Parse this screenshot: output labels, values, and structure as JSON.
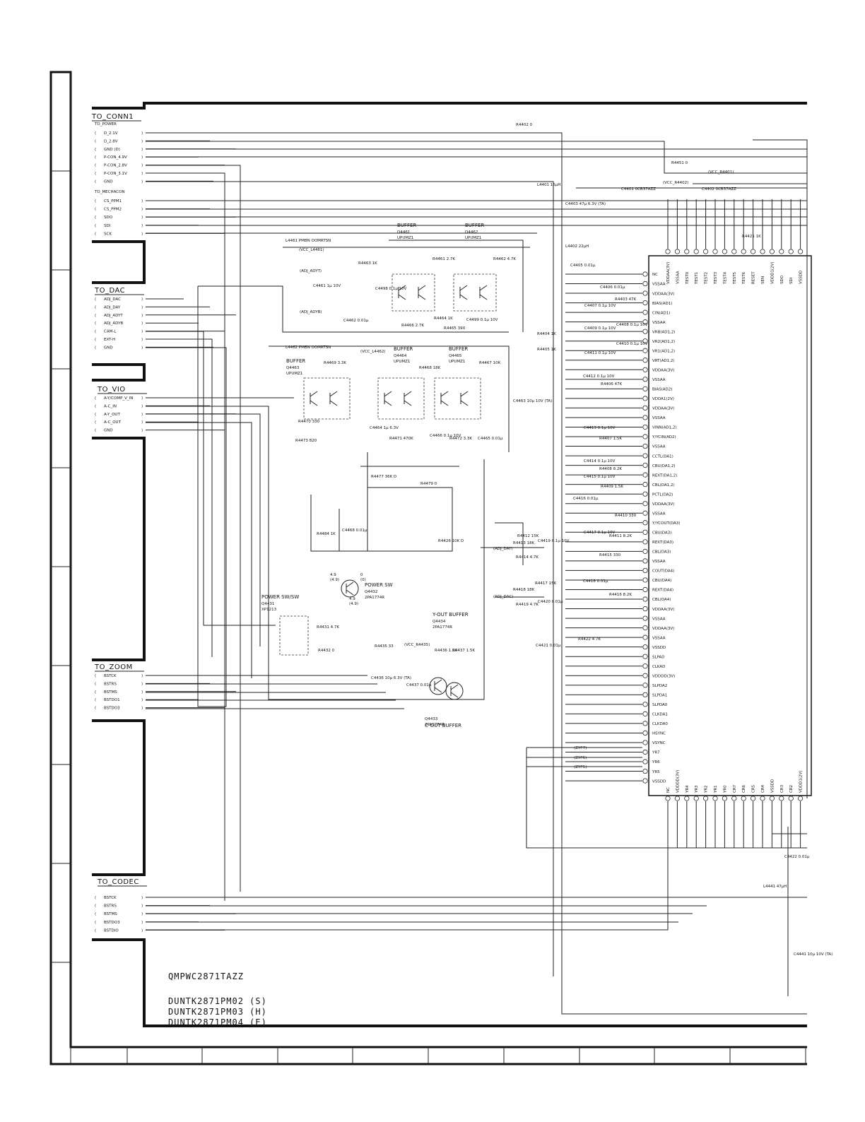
{
  "connectors": [
    {
      "title": "TO_CONN1",
      "groups": [
        {
          "sub": "TO_POWER",
          "pins": [
            "D_2.1V",
            "D_2.8V",
            "GND (D)",
            "P-CON_4.9V",
            "P-CON_2.8V",
            "P-CON_3.1V",
            "GND"
          ]
        },
        {
          "sub": "TO_MECHACON",
          "pins": [
            "CS_PPM1",
            "CS_PPM2",
            "SDO",
            "SDI",
            "SCK"
          ]
        }
      ]
    },
    {
      "title": "TO_DAC",
      "groups": [
        {
          "sub": "",
          "pins": [
            "ADJ_DAC",
            "ADJ_DAY",
            "ADJ_ADYT",
            "ADJ_ADYB",
            "CAM-L",
            "EXT-H",
            "GND"
          ]
        }
      ]
    },
    {
      "title": "TO_VIO",
      "groups": [
        {
          "sub": "",
          "pins": [
            "A-Y/COMP_V_IN",
            "A-C_IN",
            "A-Y_OUT",
            "A-C_OUT",
            "GND"
          ]
        }
      ]
    },
    {
      "title": "TO_ZOOM",
      "groups": [
        {
          "sub": "",
          "pins": [
            "BSTCK",
            "BSTRS",
            "BSTMS",
            "BSTDO1",
            "BSTDO3"
          ]
        }
      ]
    },
    {
      "title": "TO_CODEC",
      "groups": [
        {
          "sub": "",
          "pins": [
            "BSTCK",
            "BSTRS",
            "BSTMS",
            "BSTDO3",
            "BSTDIO"
          ]
        }
      ]
    }
  ],
  "ic_left_pins": [
    "NC",
    "VSSAA",
    "VDDAA(3V)",
    "BIAS(AD1)",
    "CIN(AD1)",
    "VSSAA",
    "VRB(AD1,2)",
    "VR2(AD1,2)",
    "VR1(AD1,2)",
    "VRT(AD1,2)",
    "VDDAA(3V)",
    "VSSAA",
    "BIAS(AD2)",
    "VDDA1(2V)",
    "VDDAA(3V)",
    "VSSAA",
    "VINN(AD1,2)",
    "Y/YCIN(AD2)",
    "VSSAA",
    "CCTL(DA1)",
    "CBU(DA1,2)",
    "REXT(DA1,2)",
    "CBL(DA1,2)",
    "PCTL(DA2)",
    "VDDAA(3V)",
    "VSSAA",
    "Y/YCOUT(DA3)",
    "CBU(DA3)",
    "REXT(DA3)",
    "CBL(DA3)",
    "VSSAA",
    "COUT(DA4)",
    "CBU(DA4)",
    "REXT(DA4)",
    "CBL(DA4)",
    "VDDAA(3V)",
    "VSSAA",
    "VDDAA(3V)",
    "VSSAA",
    "VSSDD",
    "SLPAD",
    "CLKAD",
    "VDDDD(3V)",
    "SLPDA2",
    "SLPDA1",
    "SLPDA0",
    "CLKDA1",
    "CLKDA0",
    "HSYNC",
    "VSYNC",
    "YR7",
    "YR6",
    "YR5",
    "VSSDD"
  ],
  "ic_top_pins": [
    "VDDAA(3V)",
    "VSSAA",
    "TEST0",
    "TEST1",
    "TEST2",
    "TEST3",
    "TEST4",
    "TEST5",
    "TEST6",
    "RESET",
    "SEN",
    "VDDD1(2V)",
    "SDO",
    "SDI",
    "VSSDD"
  ],
  "ic_bottom_pins": [
    "NC",
    "VDDDD(3V)",
    "YR4",
    "YR3",
    "YR2",
    "YR1",
    "YR0",
    "CR7",
    "CR6",
    "CR5",
    "CR4",
    "VSSDD",
    "CR3",
    "CR2",
    "VDDD1(2V)"
  ],
  "transistors": [
    {
      "ref": "Q4461",
      "part": "UPUMZ1",
      "role": "BUFFER"
    },
    {
      "ref": "Q4462",
      "part": "UPUMZ1",
      "role": "BUFFER"
    },
    {
      "ref": "Q4463",
      "part": "UPUMZ1",
      "role": "BUFFER"
    },
    {
      "ref": "Q4464",
      "part": "UPUMZ1",
      "role": "BUFFER"
    },
    {
      "ref": "Q4465",
      "part": "UPUMZ1",
      "role": "BUFFER"
    },
    {
      "ref": "Q4431",
      "part": "XP1213",
      "role": "POWER SW/SW"
    },
    {
      "ref": "Q4432",
      "part": "2PA1774R",
      "role": "POWER SW"
    },
    {
      "ref": "Q4434",
      "part": "2PA1774R",
      "role": "Y-OUT BUFFER"
    },
    {
      "ref": "Q4433",
      "part": "2PA1774R",
      "role": "C-OUT BUFFER"
    }
  ],
  "resistors": [
    "R4402 0",
    "R4451 0",
    "R4421 1K",
    "R4403 47K",
    "R4406 47K",
    "R4407 1.5K",
    "R4408 8.2K",
    "R4409 1.5K",
    "R4410 330",
    "R4411 8.2K",
    "R4412 15K",
    "R4413 18K",
    "R4414 4.7K",
    "R4415 330",
    "R4416 8.2K",
    "R4417 15K",
    "R4418 18K",
    "R4419 4.7K",
    "R4422 4.7K",
    "R4404 1K",
    "R4405 1K",
    "R4461 2.7K",
    "R4462 4.7K",
    "R4463 1K",
    "R4464 1K",
    "R4465 390",
    "R4466 2.7K",
    "R4467 10K",
    "R4468 18K",
    "R4469 3.3K",
    "R4470 330",
    "R4471 470K",
    "R4472 3.3K",
    "R4473 820",
    "R4477 36K D",
    "R4479 0",
    "R4484 1K",
    "R4426 10K D",
    "R4431 4.7K",
    "R4432 0",
    "R4435 33",
    "R4436 1.5K",
    "R4437 1.5K"
  ],
  "capacitors": [
    "C4401 0CB37AZZ",
    "C4402 0CB37AZZ",
    "C4403 47µ 6.3V (TA)",
    "C4405 0.01µ",
    "C4406 0.01µ",
    "C4407 0.1µ 10V",
    "C4408 0.1µ 10V",
    "C4409 0.1µ 10V",
    "C4410 0.1µ 10V",
    "C4411 0.1µ 10V",
    "C4412 0.1µ 10V",
    "C4413 0.1µ 10V",
    "C4414 0.1µ 10V",
    "C4415 0.1µ 10V",
    "C4416 0.01µ",
    "C4417 0.1µ 10V",
    "C4418 0.01µ",
    "C4419 0.1µ 10V",
    "C4420 0.01µ",
    "C4421 0.01µ",
    "C4422 0.01µ",
    "C4436 10µ 6.3V (TA)",
    "C4437 0.01µ",
    "C4441 10µ 10V (TA)",
    "C4461 1µ 10V",
    "C4462 0.01µ",
    "C4463 10µ 10V (TA)",
    "C4464 1µ 6.3V",
    "C4465 0.01µ",
    "C4466 0.1µ 10V",
    "C4468 0.01µ",
    "C4498 0.1µ 10V",
    "C4499 0.1µ 10V"
  ],
  "inductors": [
    "L4401 15µH",
    "L4402 22µH",
    "L4441 47µH",
    "L4461 PMBN OOMRTSN",
    "L4462 PMBN OOMRTSN"
  ],
  "net_labels": [
    "(VCC_R4401)",
    "(VCC_R4402)",
    "(VCC_L4461)",
    "(VCC_L4462)",
    "(VCC_R4435)",
    "(ADJ_ADYT)",
    "(ADJ_ADYB)",
    "(ADJ_DAY)",
    "(ADJ_DAC)",
    "(ZYP7)",
    "(ZYP6)",
    "(ZYP5)"
  ],
  "section_labels": [
    "BUFFER",
    "BUFFER",
    "BUFFER",
    "BUFFER",
    "BUFFER",
    "POWER SW/SW",
    "POWER SW",
    "Y-OUT BUFFER",
    "C-OUT BUFFER"
  ],
  "voltages_q4432": [
    "4.9",
    "(4.9)",
    "0",
    "(0)",
    "4.9",
    "(4.9)"
  ],
  "part_numbers": {
    "board": "QMPWC2871TAZZ",
    "variants": [
      "DUNTK2871PM02 (S)",
      "DUNTK2871PM03 (H)",
      "DUNTK2871PM04 (E)"
    ]
  }
}
